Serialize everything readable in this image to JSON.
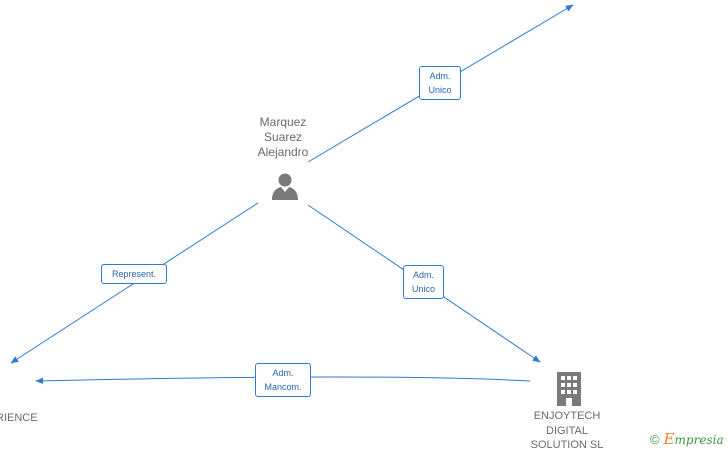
{
  "nodes": {
    "person": {
      "lines": [
        "Marquez",
        "Suarez",
        "Alejandro"
      ],
      "icon": "person-icon"
    },
    "company": {
      "lines": [
        "ENJOYTECH",
        "DIGITAL",
        "SOLUTION SL"
      ],
      "icon": "building-icon"
    },
    "offscreen_left": {
      "text": "RIENCE"
    }
  },
  "relations": {
    "top": [
      "Adm.",
      "Unico"
    ],
    "represent": [
      "Represent."
    ],
    "right": [
      "Adm.",
      "Unico"
    ],
    "bottom": [
      "Adm.",
      "Mancom."
    ]
  },
  "watermark": {
    "symbol": "©",
    "brand_initial": "E",
    "brand_rest": "mpresia"
  },
  "colors": {
    "edge": "#2f7bd3",
    "label_text": "#6b6b6b",
    "icon": "#7a7a7a"
  }
}
